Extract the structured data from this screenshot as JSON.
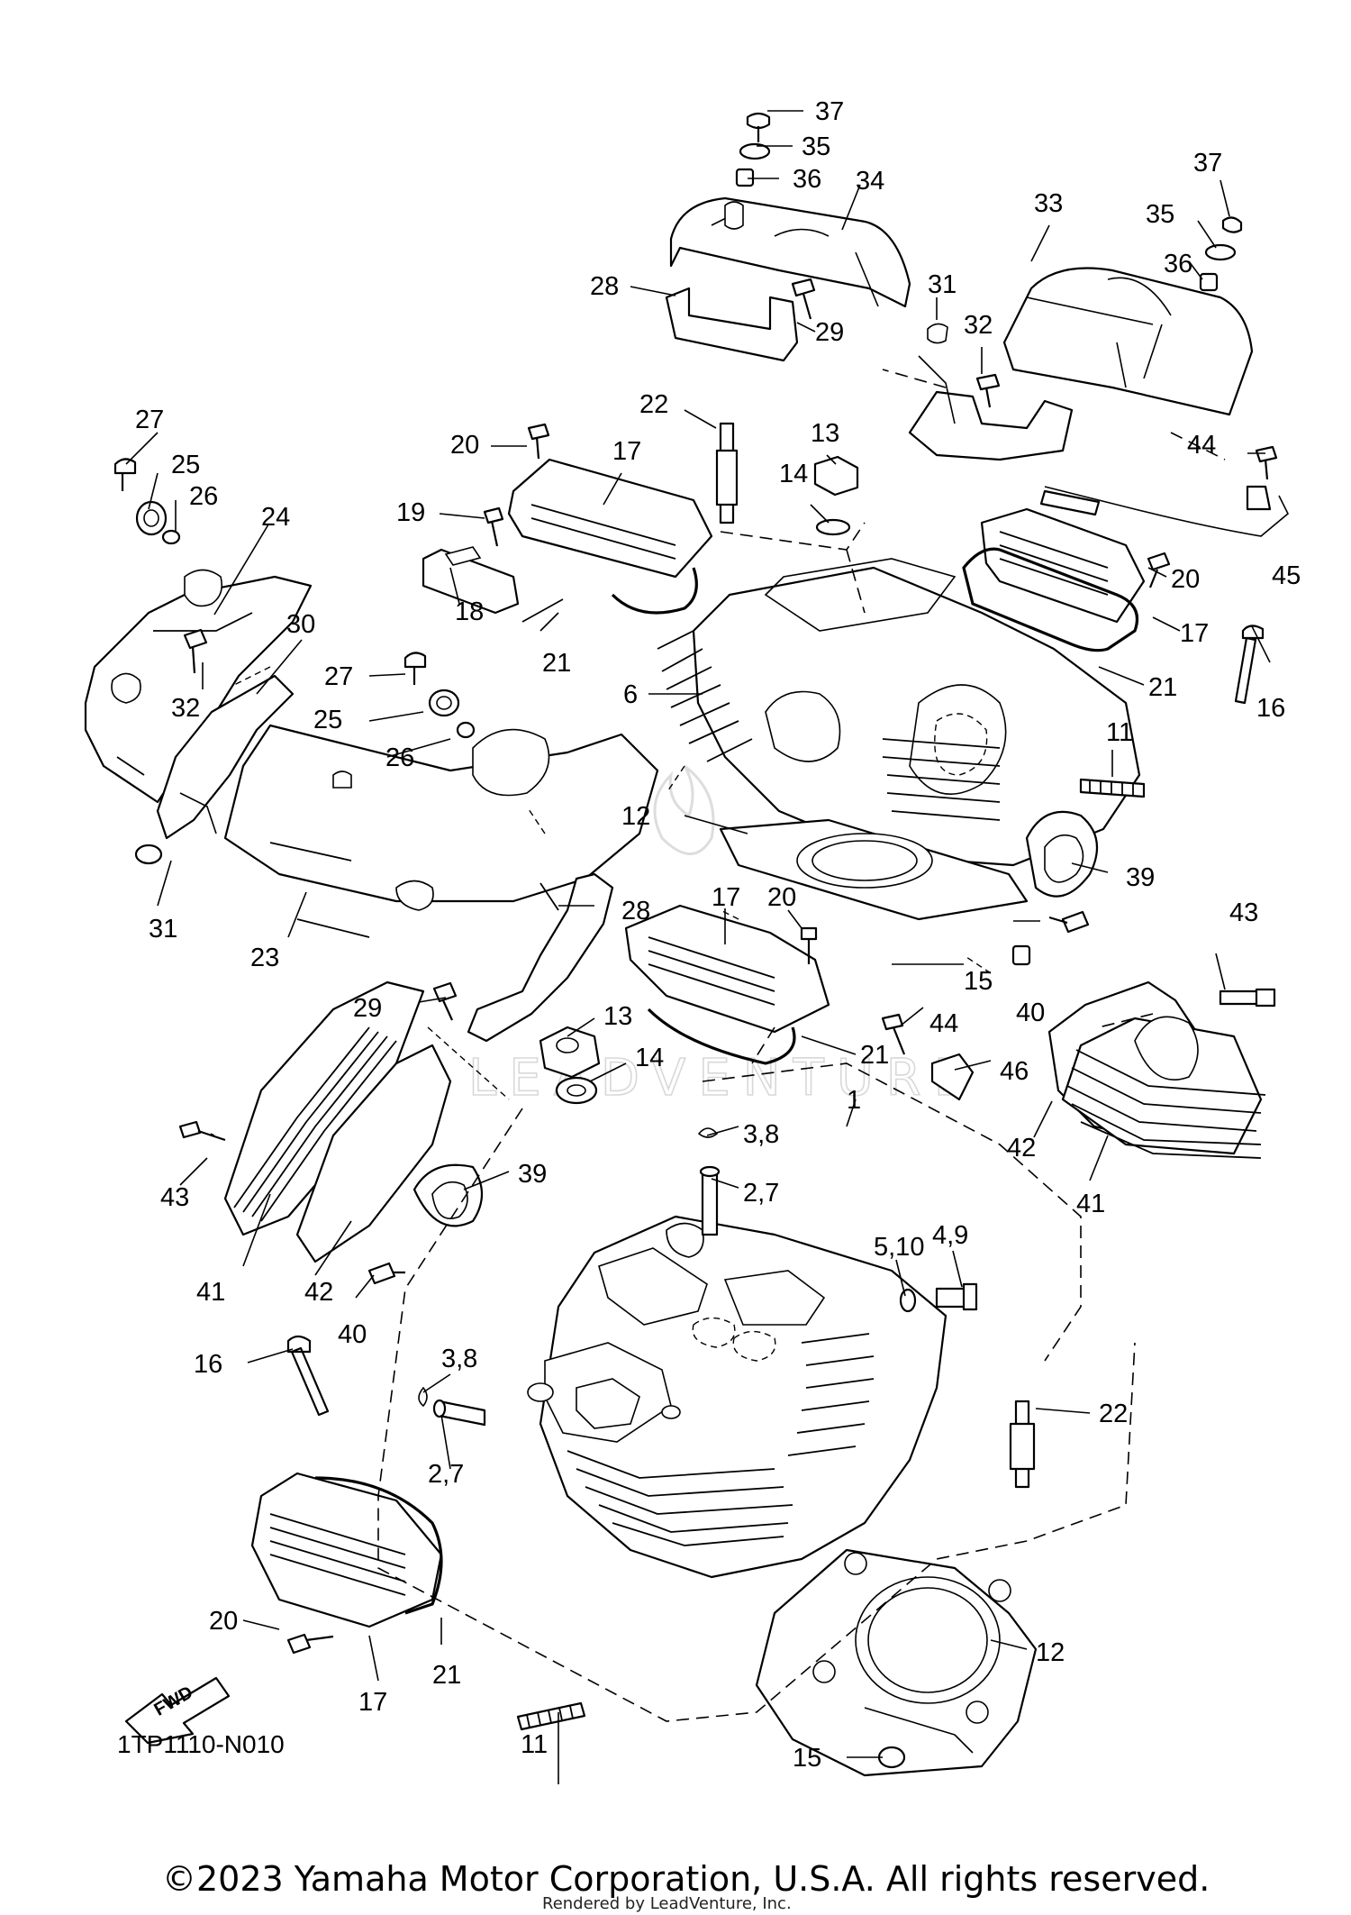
{
  "diagram": {
    "code": "1TP1110-N010",
    "fwd_label": "FWD",
    "watermark": "LEADVENTURE",
    "copyright": "©2023 Yamaha Motor Corporation, U.S.A. All rights reserved.",
    "rendered_by": "Rendered by LeadVenture, Inc.",
    "callouts": [
      "37",
      "35",
      "36",
      "34",
      "28",
      "29",
      "37",
      "35",
      "36",
      "33",
      "31",
      "32",
      "22",
      "13",
      "14",
      "20",
      "17",
      "19",
      "18",
      "21",
      "27",
      "25",
      "26",
      "24",
      "30",
      "32",
      "44",
      "20",
      "17",
      "21",
      "45",
      "16",
      "6",
      "11",
      "12",
      "39",
      "27",
      "25",
      "26",
      "23",
      "28",
      "31",
      "17",
      "20",
      "15",
      "40",
      "43",
      "29",
      "13",
      "14",
      "21",
      "44",
      "46",
      "42",
      "41",
      "1",
      "3,8",
      "2,7",
      "39",
      "43",
      "41",
      "42",
      "40",
      "5,10",
      "4,9",
      "16",
      "3,8",
      "2,7",
      "22",
      "20",
      "17",
      "21",
      "12",
      "11",
      "15"
    ]
  }
}
